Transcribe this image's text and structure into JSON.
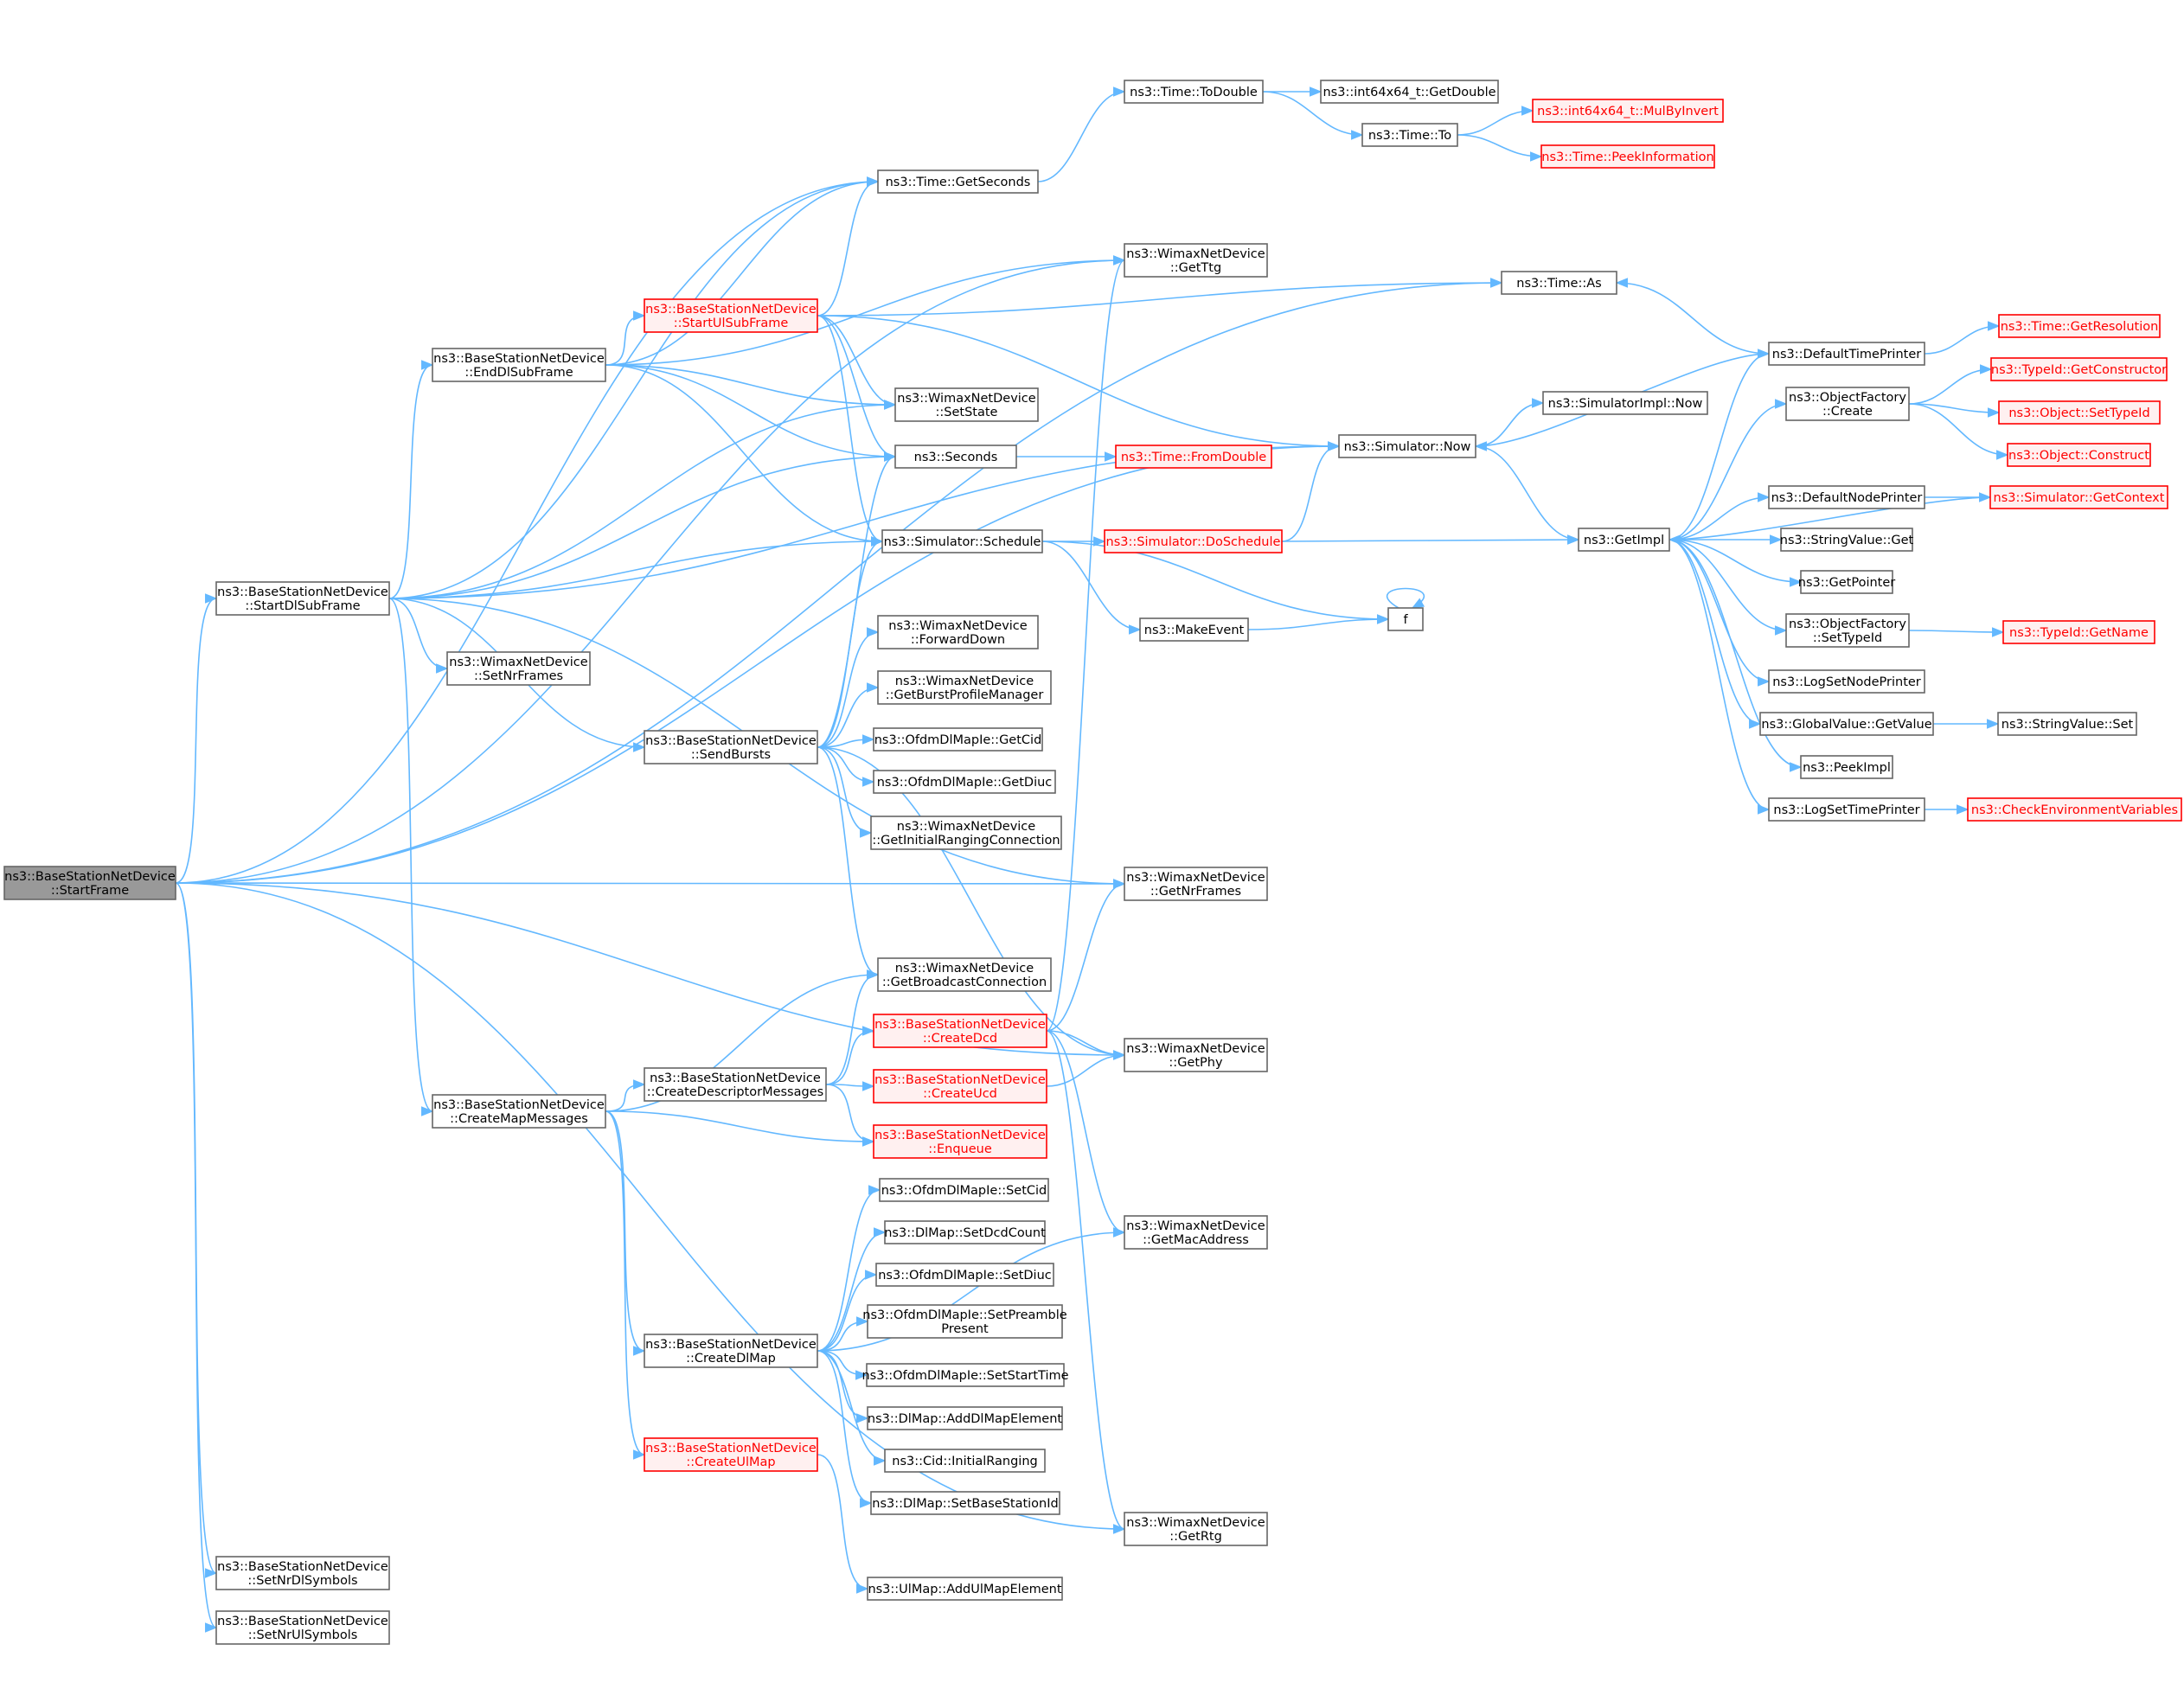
{
  "colors": {
    "edge": "#63b8ff",
    "node_border": "#666666",
    "highlight_border": "#ff0000",
    "root_fill": "#999999"
  },
  "nodes": [
    {
      "id": "startFrame",
      "lines": [
        "ns3::BaseStationNetDevice",
        "::StartFrame"
      ],
      "kind": "root"
    },
    {
      "id": "startDl",
      "lines": [
        "ns3::BaseStationNetDevice",
        "::StartDlSubFrame"
      ],
      "kind": "normal"
    },
    {
      "id": "endDl",
      "lines": [
        "ns3::BaseStationNetDevice",
        "::EndDlSubFrame"
      ],
      "kind": "normal"
    },
    {
      "id": "startUl",
      "lines": [
        "ns3::BaseStationNetDevice",
        "::StartUlSubFrame"
      ],
      "kind": "red"
    },
    {
      "id": "setNrFrames",
      "lines": [
        "ns3::WimaxNetDevice",
        "::SetNrFrames"
      ],
      "kind": "normal"
    },
    {
      "id": "sendBursts",
      "lines": [
        "ns3::BaseStationNetDevice",
        "::SendBursts"
      ],
      "kind": "normal"
    },
    {
      "id": "createMap",
      "lines": [
        "ns3::BaseStationNetDevice",
        "::CreateMapMessages"
      ],
      "kind": "normal"
    },
    {
      "id": "createDesc",
      "lines": [
        "ns3::BaseStationNetDevice",
        "::CreateDescriptorMessages"
      ],
      "kind": "normal"
    },
    {
      "id": "createDlMap",
      "lines": [
        "ns3::BaseStationNetDevice",
        "::CreateDlMap"
      ],
      "kind": "normal"
    },
    {
      "id": "createUlMap",
      "lines": [
        "ns3::BaseStationNetDevice",
        "::CreateUlMap"
      ],
      "kind": "red"
    },
    {
      "id": "setNrDl",
      "lines": [
        "ns3::BaseStationNetDevice",
        "::SetNrDlSymbols"
      ],
      "kind": "normal"
    },
    {
      "id": "setNrUl",
      "lines": [
        "ns3::BaseStationNetDevice",
        "::SetNrUlSymbols"
      ],
      "kind": "normal"
    },
    {
      "id": "getSeconds",
      "lines": [
        "ns3::Time::GetSeconds"
      ],
      "kind": "normal"
    },
    {
      "id": "toDouble",
      "lines": [
        "ns3::Time::ToDouble"
      ],
      "kind": "normal"
    },
    {
      "id": "getDouble",
      "lines": [
        "ns3::int64x64_t::GetDouble"
      ],
      "kind": "normal"
    },
    {
      "id": "timeTo",
      "lines": [
        "ns3::Time::To"
      ],
      "kind": "normal"
    },
    {
      "id": "mulByInvert",
      "lines": [
        "ns3::int64x64_t::MulByInvert"
      ],
      "kind": "red"
    },
    {
      "id": "peekInfo",
      "lines": [
        "ns3::Time::PeekInformation"
      ],
      "kind": "red"
    },
    {
      "id": "getTtg",
      "lines": [
        "ns3::WimaxNetDevice",
        "::GetTtg"
      ],
      "kind": "normal"
    },
    {
      "id": "setState",
      "lines": [
        "ns3::WimaxNetDevice",
        "::SetState"
      ],
      "kind": "normal"
    },
    {
      "id": "seconds",
      "lines": [
        "ns3::Seconds"
      ],
      "kind": "normal"
    },
    {
      "id": "fromDouble",
      "lines": [
        "ns3::Time::FromDouble"
      ],
      "kind": "red"
    },
    {
      "id": "schedule",
      "lines": [
        "ns3::Simulator::Schedule"
      ],
      "kind": "normal"
    },
    {
      "id": "doSchedule",
      "lines": [
        "ns3::Simulator::DoSchedule"
      ],
      "kind": "red"
    },
    {
      "id": "makeEvent",
      "lines": [
        "ns3::MakeEvent"
      ],
      "kind": "normal"
    },
    {
      "id": "f",
      "lines": [
        "f"
      ],
      "kind": "normal"
    },
    {
      "id": "forwardDown",
      "lines": [
        "ns3::WimaxNetDevice",
        "::ForwardDown"
      ],
      "kind": "normal"
    },
    {
      "id": "getBurst",
      "lines": [
        "ns3::WimaxNetDevice",
        "::GetBurstProfileManager"
      ],
      "kind": "normal"
    },
    {
      "id": "getCid",
      "lines": [
        "ns3::OfdmDlMapIe::GetCid"
      ],
      "kind": "normal"
    },
    {
      "id": "getDiuc",
      "lines": [
        "ns3::OfdmDlMapIe::GetDiuc"
      ],
      "kind": "normal"
    },
    {
      "id": "getInitRanging",
      "lines": [
        "ns3::WimaxNetDevice",
        "::GetInitialRangingConnection"
      ],
      "kind": "normal"
    },
    {
      "id": "getNrFrames",
      "lines": [
        "ns3::WimaxNetDevice",
        "::GetNrFrames"
      ],
      "kind": "normal"
    },
    {
      "id": "getBroadcast",
      "lines": [
        "ns3::WimaxNetDevice",
        "::GetBroadcastConnection"
      ],
      "kind": "normal"
    },
    {
      "id": "createDcd",
      "lines": [
        "ns3::BaseStationNetDevice",
        "::CreateDcd"
      ],
      "kind": "red"
    },
    {
      "id": "createUcd",
      "lines": [
        "ns3::BaseStationNetDevice",
        "::CreateUcd"
      ],
      "kind": "red"
    },
    {
      "id": "enqueue",
      "lines": [
        "ns3::BaseStationNetDevice",
        "::Enqueue"
      ],
      "kind": "red"
    },
    {
      "id": "getPhy",
      "lines": [
        "ns3::WimaxNetDevice",
        "::GetPhy"
      ],
      "kind": "normal"
    },
    {
      "id": "getMac",
      "lines": [
        "ns3::WimaxNetDevice",
        "::GetMacAddress"
      ],
      "kind": "normal"
    },
    {
      "id": "getRtg",
      "lines": [
        "ns3::WimaxNetDevice",
        "::GetRtg"
      ],
      "kind": "normal"
    },
    {
      "id": "setCid",
      "lines": [
        "ns3::OfdmDlMapIe::SetCid"
      ],
      "kind": "normal"
    },
    {
      "id": "setDcdCount",
      "lines": [
        "ns3::DlMap::SetDcdCount"
      ],
      "kind": "normal"
    },
    {
      "id": "setDiuc",
      "lines": [
        "ns3::OfdmDlMapIe::SetDiuc"
      ],
      "kind": "normal"
    },
    {
      "id": "setPreamble",
      "lines": [
        "ns3::OfdmDlMapIe::SetPreamble",
        "Present"
      ],
      "kind": "normal"
    },
    {
      "id": "setStartTime",
      "lines": [
        "ns3::OfdmDlMapIe::SetStartTime"
      ],
      "kind": "normal"
    },
    {
      "id": "addDlMapEl",
      "lines": [
        "ns3::DlMap::AddDlMapElement"
      ],
      "kind": "normal"
    },
    {
      "id": "initialRanging",
      "lines": [
        "ns3::Cid::InitialRanging"
      ],
      "kind": "normal"
    },
    {
      "id": "setBsId",
      "lines": [
        "ns3::DlMap::SetBaseStationId"
      ],
      "kind": "normal"
    },
    {
      "id": "addUlMapEl",
      "lines": [
        "ns3::UlMap::AddUlMapElement"
      ],
      "kind": "normal"
    },
    {
      "id": "simNow",
      "lines": [
        "ns3::Simulator::Now"
      ],
      "kind": "normal"
    },
    {
      "id": "implNow",
      "lines": [
        "ns3::SimulatorImpl::Now"
      ],
      "kind": "normal"
    },
    {
      "id": "getImpl",
      "lines": [
        "ns3::GetImpl"
      ],
      "kind": "normal"
    },
    {
      "id": "timeAs",
      "lines": [
        "ns3::Time::As"
      ],
      "kind": "normal"
    },
    {
      "id": "defTimePrinter",
      "lines": [
        "ns3::DefaultTimePrinter"
      ],
      "kind": "normal"
    },
    {
      "id": "getResolution",
      "lines": [
        "ns3::Time::GetResolution"
      ],
      "kind": "red"
    },
    {
      "id": "objFactCreate",
      "lines": [
        "ns3::ObjectFactory",
        "::Create"
      ],
      "kind": "normal"
    },
    {
      "id": "getConstructor",
      "lines": [
        "ns3::TypeId::GetConstructor"
      ],
      "kind": "red"
    },
    {
      "id": "objSetTypeId",
      "lines": [
        "ns3::Object::SetTypeId"
      ],
      "kind": "red"
    },
    {
      "id": "objConstruct",
      "lines": [
        "ns3::Object::Construct"
      ],
      "kind": "red"
    },
    {
      "id": "defNodePrinter",
      "lines": [
        "ns3::DefaultNodePrinter"
      ],
      "kind": "normal"
    },
    {
      "id": "getContext",
      "lines": [
        "ns3::Simulator::GetContext"
      ],
      "kind": "red"
    },
    {
      "id": "strValGet",
      "lines": [
        "ns3::StringValue::Get"
      ],
      "kind": "normal"
    },
    {
      "id": "getPointer",
      "lines": [
        "ns3::GetPointer"
      ],
      "kind": "normal"
    },
    {
      "id": "objFactSetTypeId",
      "lines": [
        "ns3::ObjectFactory",
        "::SetTypeId"
      ],
      "kind": "normal"
    },
    {
      "id": "getName",
      "lines": [
        "ns3::TypeId::GetName"
      ],
      "kind": "red"
    },
    {
      "id": "logSetNodePrinter",
      "lines": [
        "ns3::LogSetNodePrinter"
      ],
      "kind": "normal"
    },
    {
      "id": "gvGetValue",
      "lines": [
        "ns3::GlobalValue::GetValue"
      ],
      "kind": "normal"
    },
    {
      "id": "strValSet",
      "lines": [
        "ns3::StringValue::Set"
      ],
      "kind": "normal"
    },
    {
      "id": "peekImpl",
      "lines": [
        "ns3::PeekImpl"
      ],
      "kind": "normal"
    },
    {
      "id": "logSetTimePrinter",
      "lines": [
        "ns3::LogSetTimePrinter"
      ],
      "kind": "normal"
    },
    {
      "id": "checkEnv",
      "lines": [
        "ns3::CheckEnvironmentVariables"
      ],
      "kind": "red"
    }
  ],
  "edges": [
    [
      "startFrame",
      "startDl"
    ],
    [
      "startFrame",
      "getSeconds"
    ],
    [
      "startFrame",
      "getTtg"
    ],
    [
      "startFrame",
      "simNow"
    ],
    [
      "startFrame",
      "timeAs"
    ],
    [
      "startFrame",
      "getNrFrames"
    ],
    [
      "startFrame",
      "getPhy"
    ],
    [
      "startFrame",
      "getRtg"
    ],
    [
      "startFrame",
      "setNrDl"
    ],
    [
      "startFrame",
      "setNrUl"
    ],
    [
      "startDl",
      "endDl"
    ],
    [
      "startDl",
      "getSeconds"
    ],
    [
      "startDl",
      "setState"
    ],
    [
      "startDl",
      "seconds"
    ],
    [
      "startDl",
      "schedule"
    ],
    [
      "startDl",
      "simNow"
    ],
    [
      "startDl",
      "setNrFrames"
    ],
    [
      "startDl",
      "sendBursts"
    ],
    [
      "startDl",
      "createMap"
    ],
    [
      "startDl",
      "getNrFrames"
    ],
    [
      "endDl",
      "startUl"
    ],
    [
      "endDl",
      "getSeconds"
    ],
    [
      "endDl",
      "getTtg"
    ],
    [
      "endDl",
      "setState"
    ],
    [
      "endDl",
      "seconds"
    ],
    [
      "endDl",
      "schedule"
    ],
    [
      "startUl",
      "getSeconds"
    ],
    [
      "startUl",
      "setState"
    ],
    [
      "startUl",
      "seconds"
    ],
    [
      "startUl",
      "schedule"
    ],
    [
      "startUl",
      "simNow"
    ],
    [
      "startUl",
      "timeAs"
    ],
    [
      "sendBursts",
      "seconds"
    ],
    [
      "sendBursts",
      "schedule"
    ],
    [
      "sendBursts",
      "forwardDown"
    ],
    [
      "sendBursts",
      "getBurst"
    ],
    [
      "sendBursts",
      "getCid"
    ],
    [
      "sendBursts",
      "getDiuc"
    ],
    [
      "sendBursts",
      "getInitRanging"
    ],
    [
      "sendBursts",
      "getBroadcast"
    ],
    [
      "sendBursts",
      "getPhy"
    ],
    [
      "createMap",
      "getBroadcast"
    ],
    [
      "createMap",
      "createDesc"
    ],
    [
      "createMap",
      "enqueue"
    ],
    [
      "createMap",
      "createDlMap"
    ],
    [
      "createMap",
      "createUlMap"
    ],
    [
      "createDesc",
      "getBroadcast"
    ],
    [
      "createDesc",
      "createDcd"
    ],
    [
      "createDesc",
      "createUcd"
    ],
    [
      "createDesc",
      "enqueue"
    ],
    [
      "createDcd",
      "getTtg"
    ],
    [
      "createDcd",
      "getNrFrames"
    ],
    [
      "createDcd",
      "getPhy"
    ],
    [
      "createDcd",
      "getMac"
    ],
    [
      "createDcd",
      "getRtg"
    ],
    [
      "createUcd",
      "getPhy"
    ],
    [
      "createDlMap",
      "setCid"
    ],
    [
      "createDlMap",
      "setDcdCount"
    ],
    [
      "createDlMap",
      "setDiuc"
    ],
    [
      "createDlMap",
      "setPreamble"
    ],
    [
      "createDlMap",
      "setStartTime"
    ],
    [
      "createDlMap",
      "addDlMapEl"
    ],
    [
      "createDlMap",
      "initialRanging"
    ],
    [
      "createDlMap",
      "setBsId"
    ],
    [
      "createDlMap",
      "getMac"
    ],
    [
      "createUlMap",
      "addUlMapEl"
    ],
    [
      "getSeconds",
      "toDouble"
    ],
    [
      "toDouble",
      "getDouble"
    ],
    [
      "toDouble",
      "timeTo"
    ],
    [
      "timeTo",
      "mulByInvert"
    ],
    [
      "timeTo",
      "peekInfo"
    ],
    [
      "seconds",
      "fromDouble"
    ],
    [
      "schedule",
      "doSchedule"
    ],
    [
      "schedule",
      "makeEvent"
    ],
    [
      "schedule",
      "f"
    ],
    [
      "makeEvent",
      "f"
    ],
    [
      "f",
      "f"
    ],
    [
      "doSchedule",
      "simNow"
    ],
    [
      "doSchedule",
      "getImpl"
    ],
    [
      "simNow",
      "implNow"
    ],
    [
      "simNow",
      "getImpl"
    ],
    [
      "getImpl",
      "defTimePrinter"
    ],
    [
      "getImpl",
      "objFactCreate"
    ],
    [
      "getImpl",
      "defNodePrinter"
    ],
    [
      "getImpl",
      "strValGet"
    ],
    [
      "getImpl",
      "getPointer"
    ],
    [
      "getImpl",
      "objFactSetTypeId"
    ],
    [
      "getImpl",
      "logSetNodePrinter"
    ],
    [
      "getImpl",
      "gvGetValue"
    ],
    [
      "getImpl",
      "peekImpl"
    ],
    [
      "getImpl",
      "logSetTimePrinter"
    ],
    [
      "defTimePrinter",
      "timeAs"
    ],
    [
      "defTimePrinter",
      "getResolution"
    ],
    [
      "defTimePrinter",
      "simNow"
    ],
    [
      "objFactCreate",
      "getConstructor"
    ],
    [
      "objFactCreate",
      "objSetTypeId"
    ],
    [
      "objFactCreate",
      "objConstruct"
    ],
    [
      "defNodePrinter",
      "getContext"
    ],
    [
      "getContext",
      "getImpl"
    ],
    [
      "objFactSetTypeId",
      "getName"
    ],
    [
      "gvGetValue",
      "strValSet"
    ],
    [
      "logSetTimePrinter",
      "checkEnv"
    ]
  ]
}
